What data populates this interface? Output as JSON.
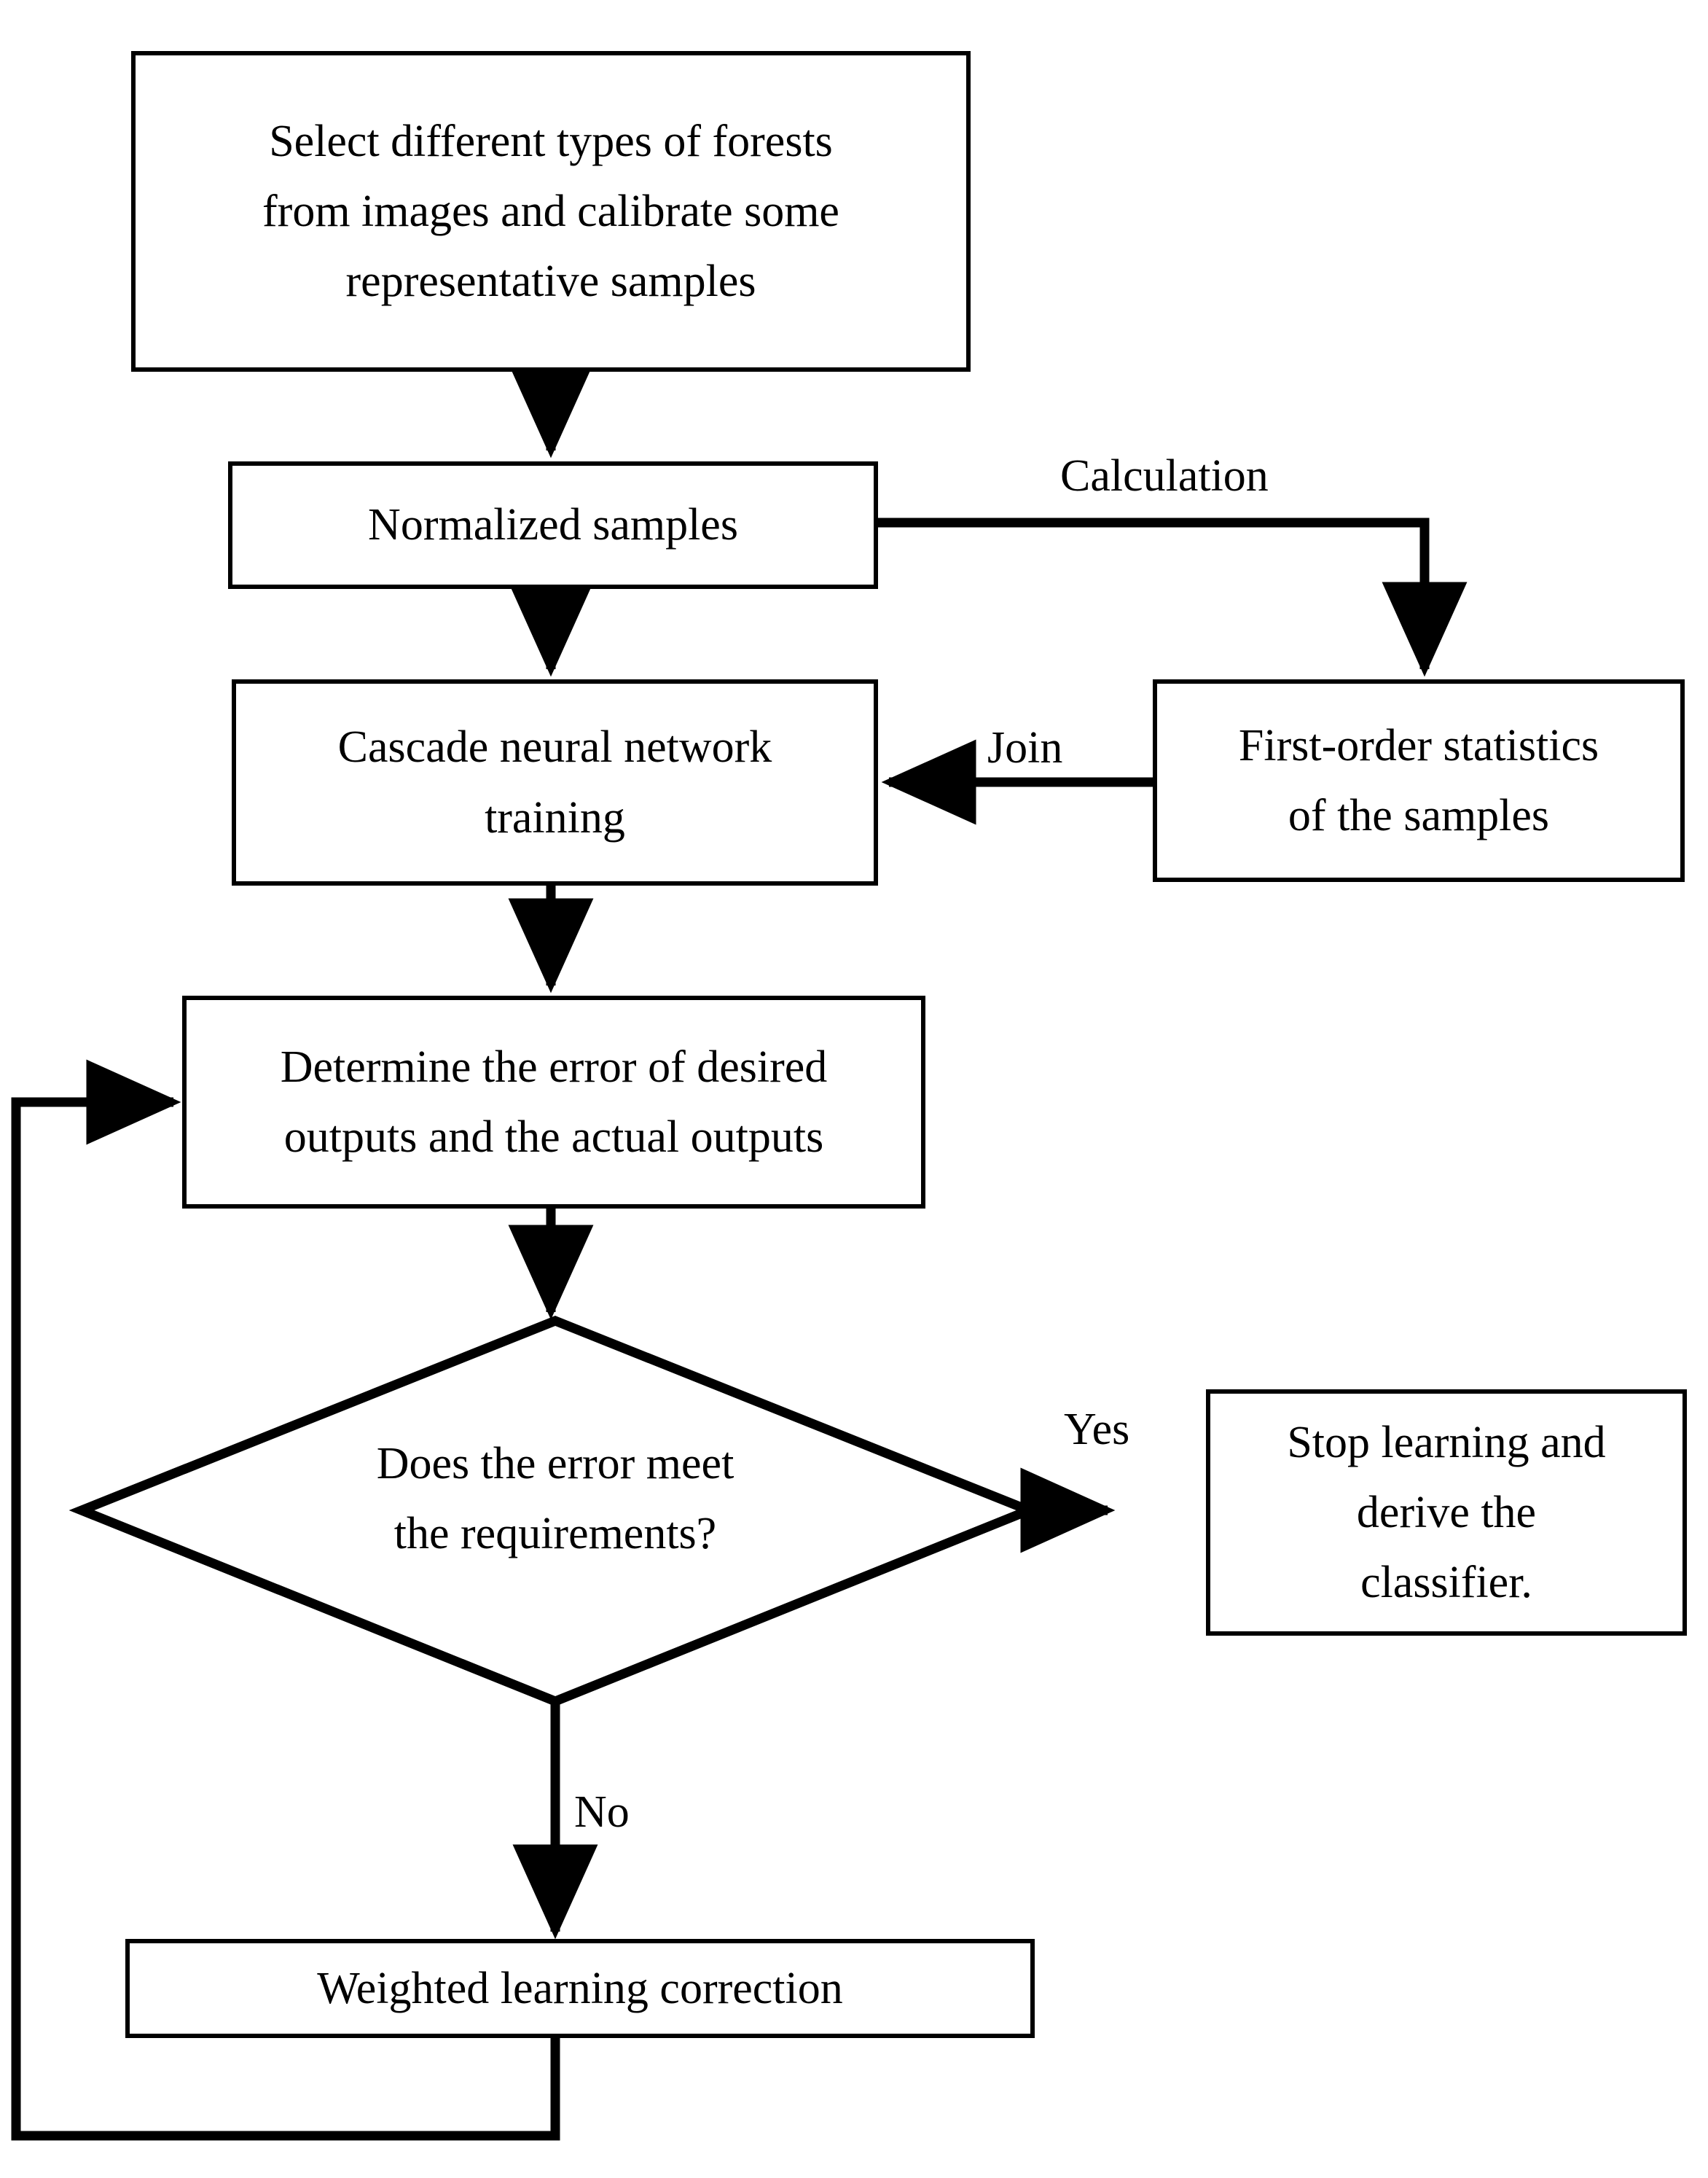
{
  "diagram": {
    "type": "flowchart",
    "orientation": "top-to-bottom",
    "background_color": "#ffffff",
    "line_color": "#000000",
    "text_color": "#000000",
    "nodes": [
      {
        "id": "select-samples",
        "shape": "rectangle",
        "label": "Select different types of forests\nfrom images and calibrate some\nrepresentative samples"
      },
      {
        "id": "normalized-samples",
        "shape": "rectangle",
        "label": "Normalized samples"
      },
      {
        "id": "first-order-statistics",
        "shape": "rectangle",
        "label": "First-order statistics\nof the samples"
      },
      {
        "id": "cascade-training",
        "shape": "rectangle",
        "label": "Cascade neural network\ntraining"
      },
      {
        "id": "determine-error",
        "shape": "rectangle",
        "label": "Determine the error of desired\noutputs and the actual outputs"
      },
      {
        "id": "error-decision",
        "shape": "diamond",
        "label": "Does the error meet\nthe requirements?"
      },
      {
        "id": "stop-learning",
        "shape": "rectangle",
        "label": "Stop learning and\nderive the\nclassifier."
      },
      {
        "id": "weighted-correction",
        "shape": "rectangle",
        "label": "Weighted learning correction"
      }
    ],
    "edges": [
      {
        "id": "e1",
        "from": "select-samples",
        "to": "normalized-samples",
        "label": ""
      },
      {
        "id": "e2",
        "from": "normalized-samples",
        "to": "first-order-statistics",
        "label": "Calculation"
      },
      {
        "id": "e3",
        "from": "normalized-samples",
        "to": "cascade-training",
        "label": ""
      },
      {
        "id": "e4",
        "from": "first-order-statistics",
        "to": "cascade-training",
        "label": "Join"
      },
      {
        "id": "e5",
        "from": "cascade-training",
        "to": "determine-error",
        "label": ""
      },
      {
        "id": "e6",
        "from": "determine-error",
        "to": "error-decision",
        "label": ""
      },
      {
        "id": "e7",
        "from": "error-decision",
        "to": "stop-learning",
        "label": "Yes"
      },
      {
        "id": "e8",
        "from": "error-decision",
        "to": "weighted-correction",
        "label": "No"
      },
      {
        "id": "e9",
        "from": "weighted-correction",
        "to": "determine-error",
        "label": ""
      }
    ],
    "edge_labels": {
      "calculation": "Calculation",
      "join": "Join",
      "yes": "Yes",
      "no": "No"
    }
  }
}
